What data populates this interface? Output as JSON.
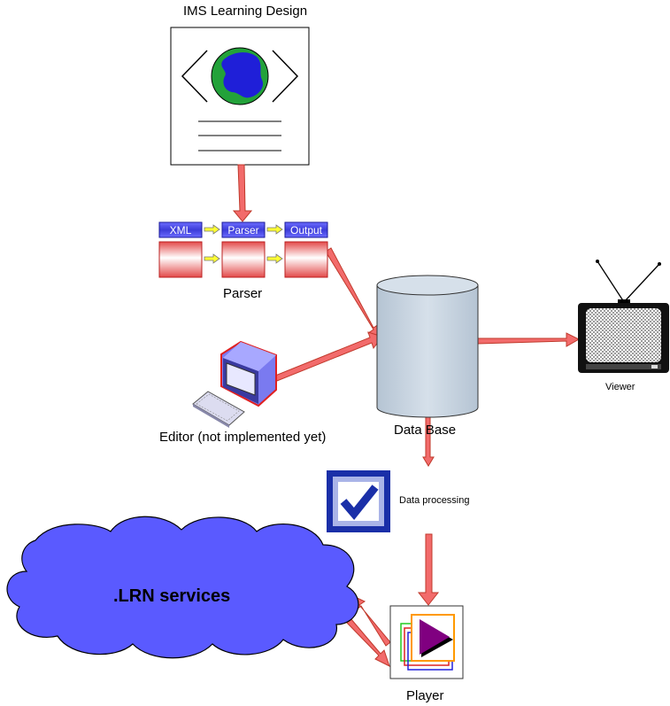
{
  "labels": {
    "ims_title": "IMS Learning Design",
    "parser": "Parser",
    "xml": "XML",
    "parser_box": "Parser",
    "output": "Output",
    "editor": "Editor (not implemented yet)",
    "database": "Data Base",
    "viewer": "Viewer",
    "data_processing": "Data processing",
    "lrn_services": ".LRN services",
    "player": "Player"
  },
  "colors": {
    "arrow": "#f26b6b",
    "arrow_stroke": "#c0392b",
    "database": "#c5d2de",
    "cloud": "#5a5aff",
    "globe_land": "#1f1fd8",
    "globe_sea": "#23a23a",
    "checkbox": "#1a2fa8"
  },
  "icons": [
    "document-globe-icon",
    "monitor-icon",
    "keyboard-icon",
    "database-cylinder-icon",
    "tv-icon",
    "checkbox-icon",
    "cloud-icon",
    "player-icon"
  ]
}
